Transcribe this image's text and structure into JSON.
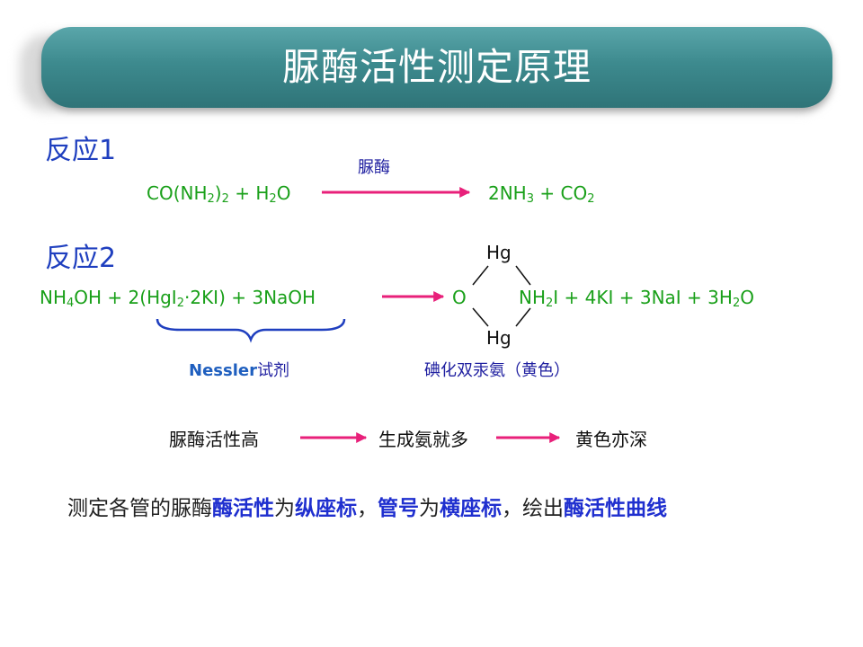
{
  "title": "脲酶活性测定原理",
  "reaction1": {
    "label": "反应1",
    "catalyst": "脲酶",
    "left": [
      "CO(NH",
      "2",
      ")",
      "2",
      " + H",
      "2",
      "O"
    ],
    "right": [
      "2NH",
      "3",
      " + CO",
      "2"
    ]
  },
  "reaction2": {
    "label": "反应2",
    "left": [
      "NH",
      "4",
      "OH + 2(HgI",
      "2",
      "·2KI) + 3NaOH"
    ],
    "hg_top": "Hg",
    "hg_bottom": "Hg",
    "o": "O",
    "right": [
      "NH",
      "2",
      "I + 4KI + 3NaI + 3H",
      "2",
      "O"
    ],
    "nessler_latin": "Nessler",
    "nessler_cn": "试剂",
    "product_name": "碘化双汞氨（黄色）"
  },
  "chain": {
    "step1": "脲酶活性高",
    "step2": "生成氨就多",
    "step3": "黄色亦深"
  },
  "summary": {
    "p1": "测定各管的脲酶",
    "h1": "酶活性",
    "p2": "为",
    "h2": "纵座标",
    "p3": "，",
    "h3": "管号",
    "p4": "为",
    "h4": "横座标",
    "p5": "，绘出",
    "h5": "酶活性曲线"
  },
  "colors": {
    "arrow": "#e8207a",
    "formula": "#1aa01a",
    "label": "#1f3fbf",
    "banner": "#3d8a8e"
  }
}
